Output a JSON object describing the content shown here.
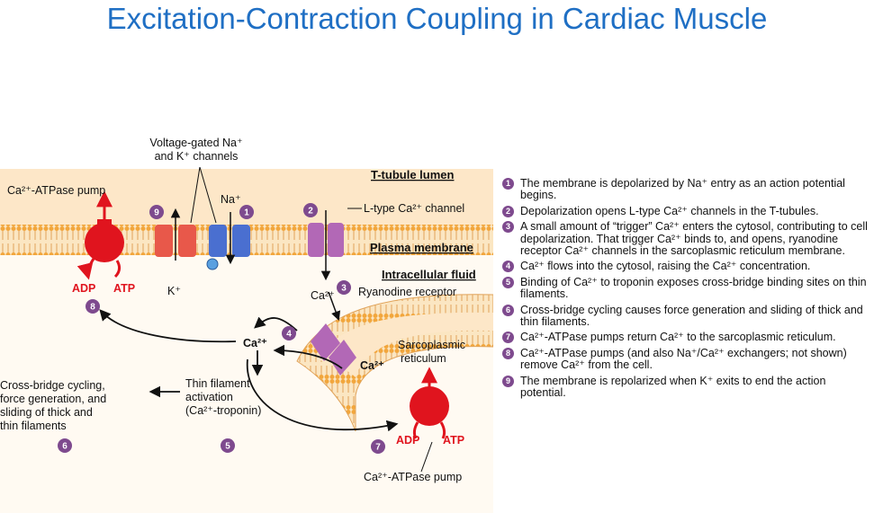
{
  "title": "Excitation-Contraction Coupling in Cardiac Muscle",
  "diagram": {
    "voltage_gated_line1": "Voltage-gated Na⁺",
    "voltage_gated_line2": "and K⁺ channels",
    "t_tubule_lumen": "T-tubule lumen",
    "ca_atpase_pump_top": "Ca²⁺-ATPase pump",
    "na_ion": "Na⁺",
    "l_type_channel": "L-type Ca²⁺ channel",
    "plasma_membrane": "Plasma membrane",
    "intracellular_fluid": "Intracellular fluid",
    "adp_top": "ADP",
    "atp_top": "ATP",
    "k_ion": "K⁺",
    "ca_ion_entry": "Ca²⁺",
    "ryanodine_receptor": "Ryanodine receptor",
    "ca_center": "Ca²⁺",
    "sr_line1": "Sarcoplasmic",
    "sr_line2": "reticulum",
    "ca_sr": "Ca²⁺",
    "cross_bridge_line1": "Cross-bridge cycling,",
    "cross_bridge_line2": "force generation, and",
    "cross_bridge_line3": "sliding of thick and",
    "cross_bridge_line4": "thin filaments",
    "thin_line1": "Thin filament",
    "thin_line2": "activation",
    "thin_line3": "(Ca²⁺-troponin)",
    "adp_bottom": "ADP",
    "atp_bottom": "ATP",
    "ca_atpase_pump_bottom": "Ca²⁺-ATPase pump",
    "badges": {
      "b9": "9",
      "b1": "1",
      "b2": "2",
      "b3": "3",
      "b8": "8",
      "b4": "4",
      "b6": "6",
      "b5": "5",
      "b7": "7"
    },
    "colors": {
      "membrane": "#f0b25a",
      "pump": "#e0141e",
      "na_channel": "#4a6fd0",
      "k_channel": "#e8584a",
      "ca_channel": "#b268b6",
      "badge": "#7e4a8e",
      "title": "#1f6fc4"
    }
  },
  "steps": [
    {
      "num": "1",
      "text": "The membrane is depolarized by Na⁺ entry as an action potential begins."
    },
    {
      "num": "2",
      "text": "Depolarization opens L-type Ca²⁺ channels in the T-tubules."
    },
    {
      "num": "3",
      "text": "A small amount of “trigger” Ca²⁺ enters the cytosol, contributing to cell depolarization. That trigger Ca²⁺ binds to, and opens, ryanodine receptor Ca²⁺ channels in the sarcoplasmic reticulum membrane."
    },
    {
      "num": "4",
      "text": "Ca²⁺ flows into the cytosol, raising the Ca²⁺ concentration."
    },
    {
      "num": "5",
      "text": "Binding of Ca²⁺ to troponin exposes cross-bridge binding sites on thin filaments."
    },
    {
      "num": "6",
      "text": "Cross-bridge cycling causes force generation and sliding of thick and thin filaments."
    },
    {
      "num": "7",
      "text": "Ca²⁺-ATPase pumps return Ca²⁺ to the sarcoplasmic reticulum."
    },
    {
      "num": "8",
      "text": "Ca²⁺-ATPase pumps (and also Na⁺/Ca²⁺ exchangers; not shown) remove Ca²⁺ from the cell."
    },
    {
      "num": "9",
      "text": "The membrane is repolarized when K⁺ exits to end the action potential."
    }
  ]
}
